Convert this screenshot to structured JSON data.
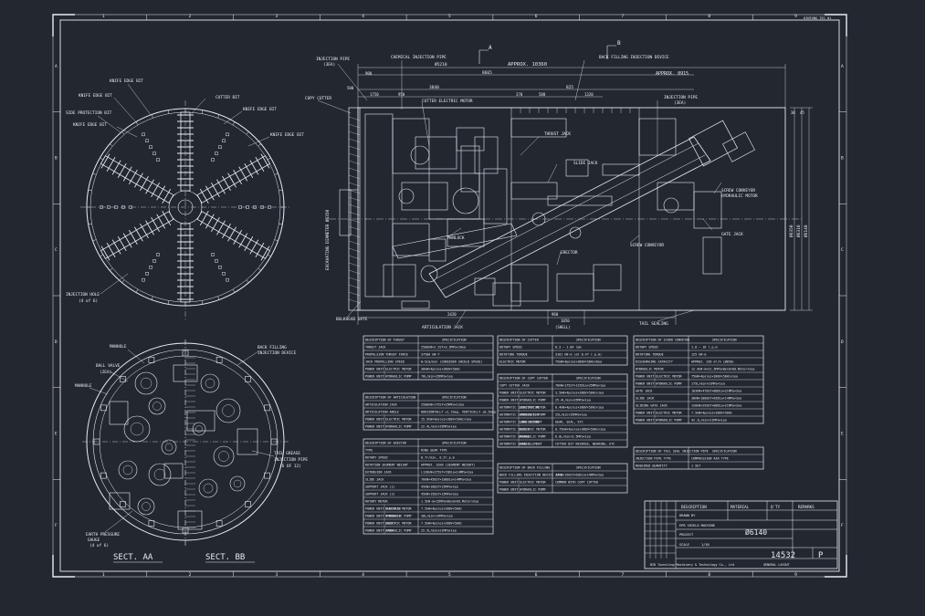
{
  "sheet": {
    "corner_tag": "HINTUNG TEC 01",
    "frame_cols": [
      "1",
      "2",
      "3",
      "4",
      "5",
      "6",
      "7",
      "8",
      "9"
    ],
    "frame_rows": [
      "A",
      "B",
      "C",
      "D",
      "E",
      "F"
    ]
  },
  "front_view": {
    "labels": {
      "knife_edge_bit_1": "KNIFE EDGE BIT",
      "knife_edge_bit_2": "KNIFE EDGE BIT",
      "side_protection": "SIDE PROTECTION BIT",
      "knife_edge_bit_3": "KNIFE EDGE BIT",
      "cutter_bit": "CUTTER BIT",
      "knife_edge_bit_4": "KNIFE EDGE BIT",
      "knife_edge_bit_5": "KNIFE EDGE BIT",
      "injection_hole": "INJECTION HOLE",
      "injection_hole_qty": "(4 of 6)"
    }
  },
  "section_view": {
    "labels": {
      "manhole_1": "MANHOLE",
      "ball_valve": "BALL VALVE",
      "ball_valve_qty": "(2EA)",
      "manhole_2": "MANHOLE",
      "back_filling": "BACK FILLING",
      "injection_device": "INJECTION DEVICE",
      "tail_grease_1": "TAIL GREASE",
      "tail_grease_2": "INJECTION PIPE",
      "tail_grease_qty": "(6 OF 12)",
      "earth_pressure_1": "EARTH PRESSURE",
      "earth_pressure_2": "GAUGE",
      "earth_pressure_qty": "(4 of 6)",
      "sect_aa": "SECT. AA",
      "sect_bb": "SECT. BB"
    }
  },
  "side_view": {
    "labels": {
      "injection_pipe": "INJECTION PIPE",
      "injection_pipe_qty": "(3EA)",
      "chemical_injection": "CHEMICAL INJECTION PIPE",
      "back_filling_device": "BACK FILLING INJECTION DEVICE",
      "copy_cutter": "COPY CUTTER",
      "cutter_motor": "CUTTER ELECTRIC MOTOR",
      "injection_pipe_2": "INJECTION PIPE",
      "injection_pipe_2_qty": "(3EA)",
      "thrust_jack": "THRUST JACK",
      "slide_jack": "SLIDE JACK",
      "screw_conveyor_motor_1": "SCREW CONVEYOR",
      "screw_conveyor_motor_2": "HYDRAULIC MOTOR",
      "gate_jack": "GATE JACK",
      "manlock": "MANLOCK",
      "screw_conveyor": "SCREW CONVEYOR",
      "erector": "ERECTOR",
      "bulkhead_gate": "BULKHEAD GATE",
      "articulation_jack": "ARTICULATION JACK",
      "tail_sealing": "TAIL SEALING",
      "excavating_diameter": "EXCAVATING DIAMETER Ø6350",
      "section_a": "A",
      "section_b": "B"
    },
    "dims": {
      "overall": "APPROX. 10360",
      "approx_8915": "APPROX. 8915",
      "d6810": "Ø5210",
      "d8665": "8665",
      "d3840": "3840",
      "d825": "825",
      "d1750": "1750",
      "d950": "950",
      "d900": "900",
      "d500": "500",
      "d1320": "1320",
      "d370": "370",
      "d580": "580",
      "d2420": "2420",
      "d960": "960",
      "d1050": "1050",
      "d500b": "(SHELL)",
      "v6350": "Ø6350",
      "v6310": "Ø6310",
      "v6140": "Ø6140",
      "v30": "30",
      "v45": "45"
    }
  },
  "spec_tables": [
    {
      "heading": [
        "DESCRIPTION OF THRUST",
        "SPECIFICATION"
      ],
      "rows": [
        [
          "THRUST JACK",
          "2500kN×2.2ST×3.5MPa×16ea"
        ],
        [
          "PROPULSION THRUST FORCE",
          "37500 kN·f"
        ],
        [
          "JACK PROPELLING SPEED",
          "0~5cm/min (CONSIDER SHIELD SPEED)"
        ],
        [
          "POWER UNIT|ELECTRIC MOTOR",
          "30kW×4poles×380V×50Hz"
        ],
        [
          "POWER UNIT|HYDRAULIC PUMP",
          "70L/min×35MPa×1ea"
        ]
      ]
    },
    {
      "heading": [
        "DESCRIPTION OF ARTICULATION",
        "SPECIFICATION"
      ],
      "rows": [
        [
          "ARTICULATION JACK",
          "2500kN×175ST×35MPa×12ea"
        ],
        [
          "ARTICULATION ANGLE",
          "HORIZONTALLY ±1.5deg, VERTICALLY ±0.5deg"
        ],
        [
          "POWER UNIT|ELECTRIC MOTOR",
          "15.5kW×4poles×380V×50Hz×1ea"
        ],
        [
          "POWER UNIT|HYDRAULIC PUMP",
          "22.4L/min×35MPa×1ea"
        ]
      ]
    },
    {
      "heading": [
        "DESCRIPTION OF ERECTOR",
        "SPECIFICATION"
      ],
      "rows": [
        [
          "TYPE",
          "RING GEAR TYPE"
        ],
        [
          "ROTARY SPEED",
          "0.7r/min, 0.5r.p.m"
        ],
        [
          "ROTATION SEGMENT WEIGHT",
          "APPROX. 32kN (SEGMENT WEIGHT)"
        ],
        [
          "EXTENSION JACK",
          "L128kN×375ST×70Dia×14MPa×2ea"
        ],
        [
          "SLIDE JACK",
          "70kN×450ST×100Dia×14MPa×2ea"
        ],
        [
          "SUPPORT JACK (1)",
          "45kN×100ST×15MPa×2ea"
        ],
        [
          "SUPPORT JACK (2)",
          "45kN×150ST×15MPa×2ea"
        ],
        [
          "ROTARY MOTOR",
          "1.5kN·m×15MPa×Bend×Hd.Motor×2ea"
        ],
        [
          "POWER UNIT THRUSTER|ELECTRIC MOTOR",
          "7.5kW×4poles×380V×50Hz"
        ],
        [
          "POWER UNIT THRUSTER|HYDRAULIC PUMP",
          "30L/min×14MPa×1ea"
        ],
        [
          "POWER UNIT JACK|ELECTRIC MOTOR",
          "7.5kW×4poles×380V×50Hz"
        ],
        [
          "POWER UNIT JACK|HYDRAULIC PUMP",
          "25.5L/min×21MPa×1ea"
        ]
      ]
    },
    {
      "heading": [
        "DESCRIPTION OF CUTTER",
        "SPECIFICATION"
      ],
      "rows": [
        [
          "ROTARY SPEED",
          "0.3 ~ 1.84 rpm"
        ],
        [
          "ROTATING TORQUE",
          "3181 kN·m (at 0.47 r.p.m)"
        ],
        [
          "ELECTRIC MOTOR",
          "75kW×4poles×380V×50Hz×6ea"
        ]
      ]
    },
    {
      "heading": [
        "DESCRIPTION OF COPY CUTTER",
        "SPECIFICATION"
      ],
      "rows": [
        [
          "COPY CUTTER JACK",
          "70kN×175ST×125Dia×35MPa×1ea"
        ],
        [
          "POWER UNIT|ELECTRIC MOTOR",
          "3.5kW×4poles×380V×50Hz×1ea"
        ],
        [
          "POWER UNIT|HYDRAULIC PUMP",
          "25.4L/min×35MPa×1ea"
        ],
        [
          "AUTOMATIC LUBRICATION|ELECTRIC MOTOR",
          "0.4kW×4poles×380V×50Hz×1ea"
        ],
        [
          "AUTOMATIC LUBRICATION|HYDRAULIC PUMP",
          "25L/min×35MPa×1ea"
        ],
        [
          "AUTOMATIC LUBRICATION|LUBE ELEMENT",
          "GEAR, SEAL, ETC"
        ],
        [
          "AUTOMATIC GREASE|ELECTRIC MOTOR",
          "0.75kW×4poles×380V×50Hz×1ea"
        ],
        [
          "AUTOMATIC GREASE|HYDRAULIC PUMP",
          "6.0L/min×3.5MPa×1ea"
        ],
        [
          "AUTOMATIC GREASE|LUBE ELEMENT",
          "CUTTER BIT REVERSE, BEARING, ETC"
        ]
      ]
    },
    {
      "heading": [
        "DESCRIPTION OF BACK FILLING",
        "SPECIFICATION"
      ],
      "rows": [
        [
          "BACK FILLING INJECTION DEVICE JACK",
          "37kN×150ST×63Dia×14MPa×2ea"
        ],
        [
          "POWER UNIT|ELECTRIC MOTOR",
          "COMMON WITH COPY CUTTER"
        ],
        [
          "POWER UNIT|HYDRAULIC PUMP",
          ""
        ]
      ]
    },
    {
      "heading": [
        "DESCRIPTION OF SCREW CONVEYOR",
        "SPECIFICATION"
      ],
      "rows": [
        [
          "ROTARY SPEED",
          "1.0 ~ 16 r.p.m"
        ],
        [
          "ROTATING TORQUE",
          "125 kN·m"
        ],
        [
          "DISCHARGING CAPACITY",
          "APPROX. 236 m³/h (Ø850)"
        ],
        [
          "HYDRAULIC MOTOR",
          "12.4kN·m×21.5MPa×Bend×Hd.Motor×2ea"
        ],
        [
          "POWER UNIT|ELECTRIC MOTOR",
          "75kW×4poles×380V×50Hz×1ea"
        ],
        [
          "POWER UNIT|HYDRAULIC PUMP",
          "175L/min×21MPa×1ea"
        ],
        [
          "GATE JACK",
          "103kN×470ST×80Dia×21MPa×2ea"
        ],
        [
          "SLIDE JACK",
          "38kN×1000ST×63Dia×14MPa×2ea"
        ],
        [
          "SLIDING GATE JACK",
          "120kN×250ST×80Dia×21MPa×2ea"
        ],
        [
          "POWER UNIT|ELECTRIC MOTOR",
          "7.5kW×4poles×380V×50Hz"
        ],
        [
          "POWER UNIT|HYDRAULIC PUMP",
          "42.1L/min×21MPa×1ea"
        ]
      ]
    },
    {
      "heading": [
        "DESCRIPTION OF TAIL SEAL INJECTION PIPE",
        "SPECIFICATION"
      ],
      "rows": [
        [
          "INJECTION PIPE TYPE",
          "COMPRESSION AIR TYPE"
        ],
        [
          "REQUIRED QUANTITY",
          "1 SET"
        ]
      ]
    }
  ],
  "title_block": {
    "description_hdr": "DESCRIPTION",
    "material_hdr": "MATERIAL",
    "qty_hdr": "Q'TY",
    "remarks_hdr": "REMARKS",
    "drawn_hdr": "DRAWN BY",
    "title_line": "EPB SHIELD MACHINE",
    "project": "PROJECT",
    "size": "Ø6140",
    "scale_label": "SCALE",
    "scale_value": "1/30",
    "drawing_no": "14532",
    "rev": "P",
    "company": "BID Tunneling Machinery & Technology Co., Ltd",
    "copyright": "GENERAL LAYOUT"
  }
}
